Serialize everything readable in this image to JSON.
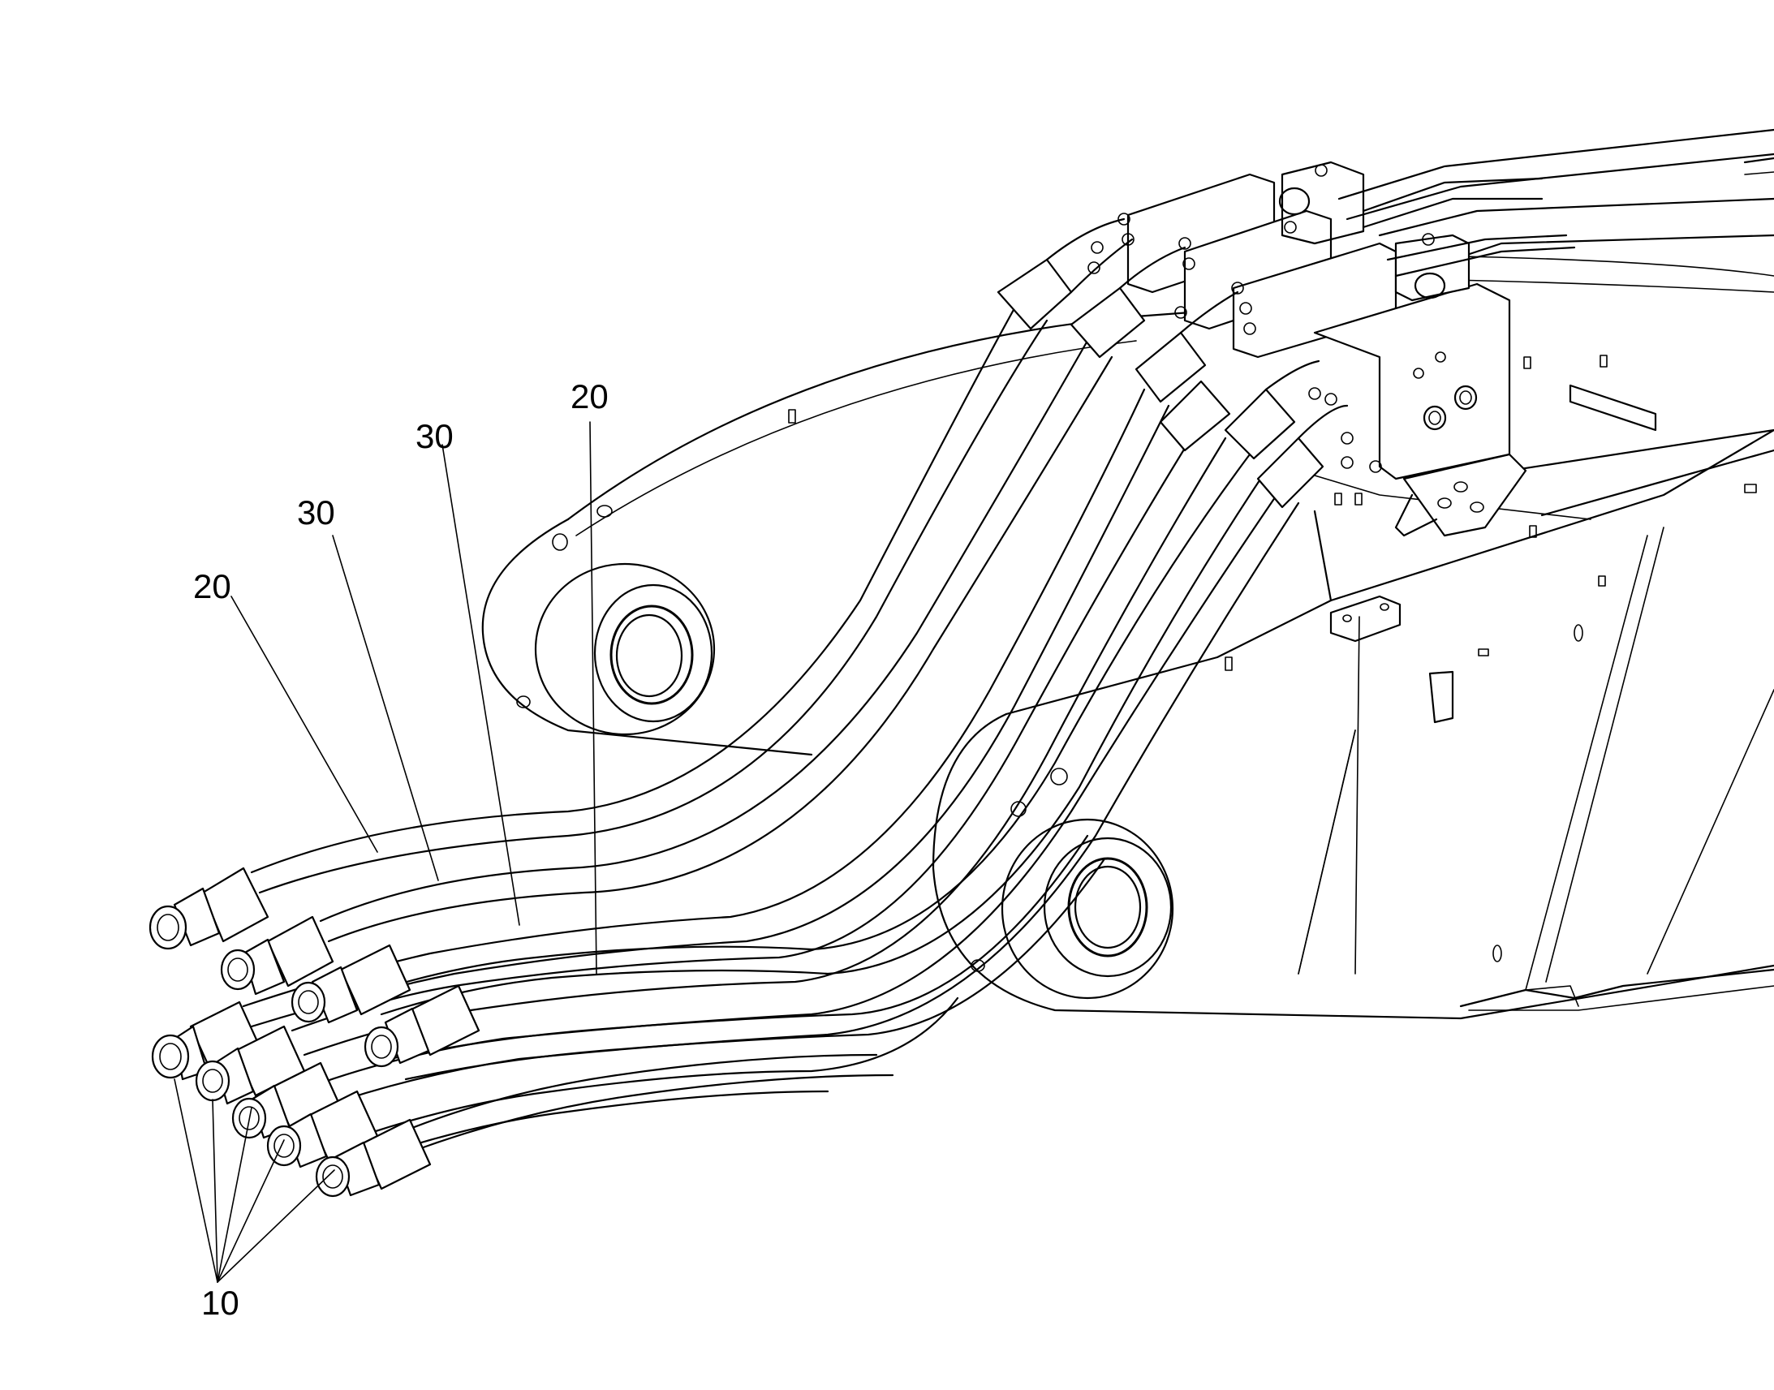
{
  "callouts": {
    "label_20_upper": "20",
    "label_30_upper": "30",
    "label_30_lower": "30",
    "label_20_lower": "20",
    "label_10": "10"
  },
  "colors": {
    "line": "#000000",
    "background": "#ffffff"
  }
}
